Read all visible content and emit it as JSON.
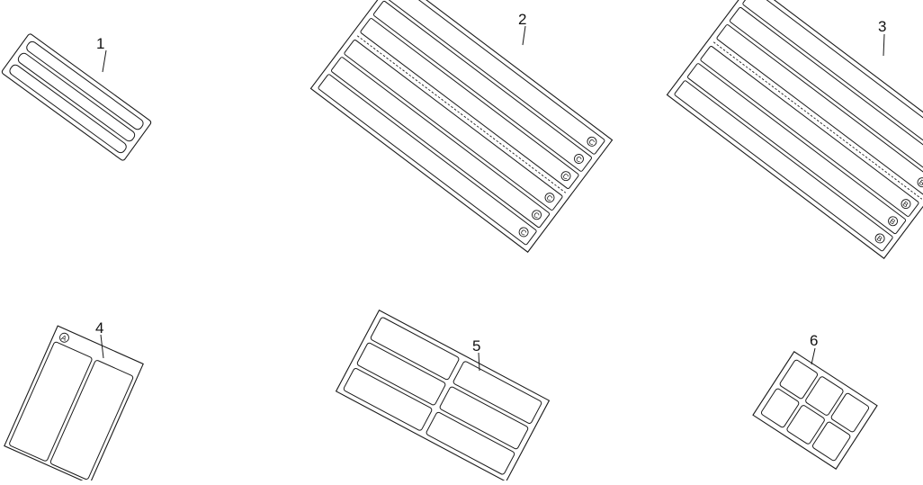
{
  "diagram": {
    "callouts": [
      {
        "id": "1",
        "label": "1"
      },
      {
        "id": "2",
        "label": "2"
      },
      {
        "id": "3",
        "label": "3"
      },
      {
        "id": "4",
        "label": "4"
      },
      {
        "id": "5",
        "label": "5"
      },
      {
        "id": "6",
        "label": "6"
      }
    ],
    "marks": {
      "part2": "C",
      "part3": "B",
      "part4": "A"
    }
  }
}
